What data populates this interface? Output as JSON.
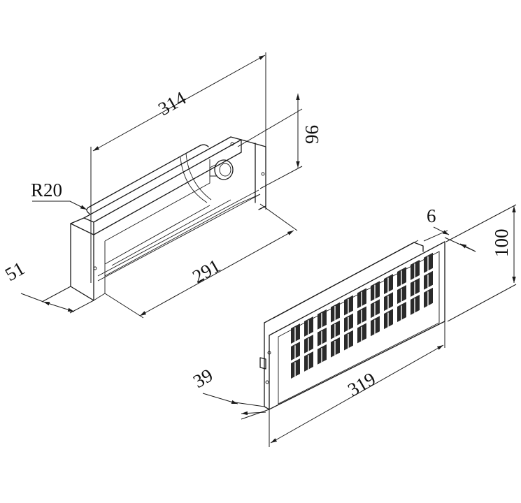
{
  "dimensions": {
    "radius": "R20",
    "length_top": "314",
    "height_front": "96",
    "length_inner": "291",
    "depth": "51",
    "flange": "6",
    "height_grille": "100",
    "length_grille": "319",
    "depth_grille": "39"
  }
}
